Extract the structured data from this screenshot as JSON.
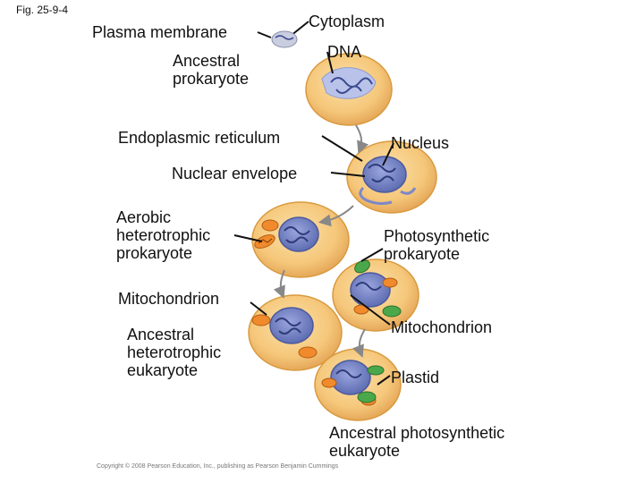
{
  "figure": {
    "id": "Fig. 25-9-4",
    "copyright": "Copyright © 2008 Pearson Education, Inc., publishing as Pearson Benjamin Cummings"
  },
  "labels": {
    "plasma_membrane": "Plasma membrane",
    "cytoplasm": "Cytoplasm",
    "dna": "DNA",
    "ancestral_prokaryote": "Ancestral\nprokaryote",
    "endoplasmic_reticulum": "Endoplasmic reticulum",
    "nucleus": "Nucleus",
    "nuclear_envelope": "Nuclear envelope",
    "aerobic_heterotrophic_prokaryote": "Aerobic\nheterotrophic\nprokaryote",
    "photosynthetic_prokaryote": "Photosynthetic\nprokaryote",
    "mitochondrion_left": "Mitochondrion",
    "ancestral_heterotrophic_eukaryote": "Ancestral\nheterotrophic\neukaryote",
    "mitochondrion_right": "Mitochondrion",
    "plastid": "Plastid",
    "ancestral_photosynthetic_eukaryote": "Ancestral photosynthetic\neukaryote"
  },
  "colors": {
    "cell_fill": "#f5c77a",
    "cell_edge": "#d99a3e",
    "nucleus_fill": "#6f7fc0",
    "dna": "#3d4a8f",
    "mitochondrion": "#f08a2c",
    "plastid": "#4aa84a",
    "arrow": "#888888",
    "leader": "#111111"
  }
}
